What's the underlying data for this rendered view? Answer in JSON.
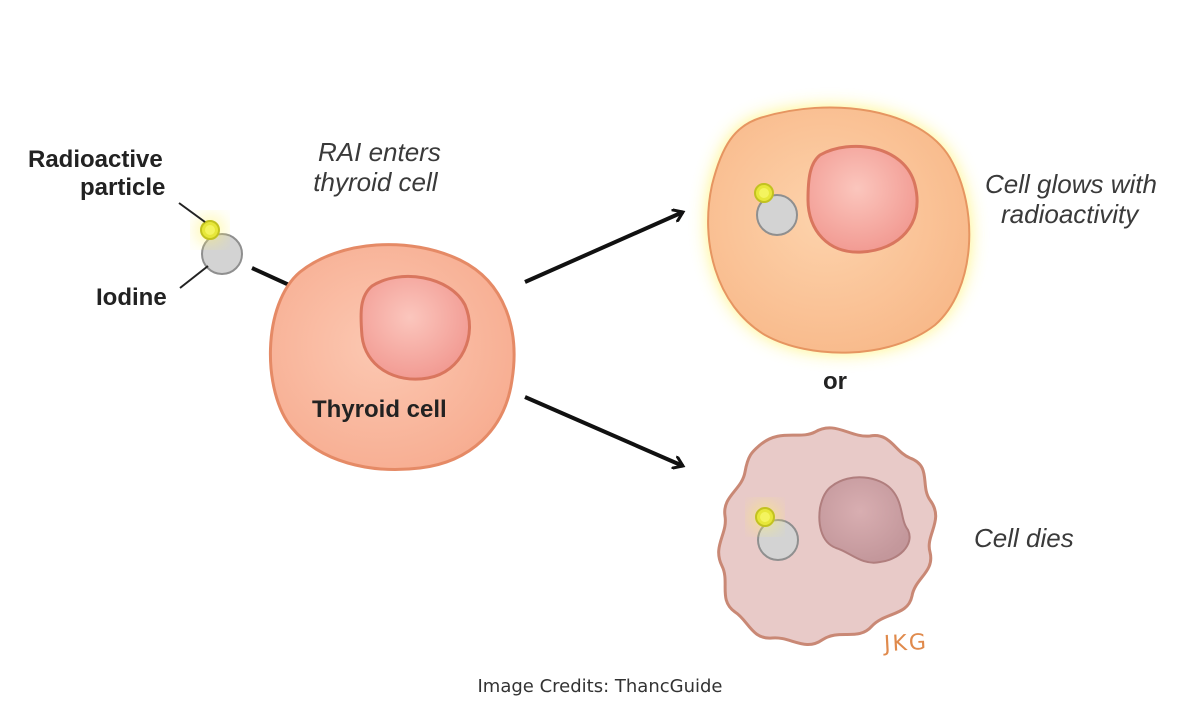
{
  "labels": {
    "radioactive_particle_line1": "Radioactive",
    "radioactive_particle_line2": "particle",
    "iodine": "Iodine",
    "rai_enters_line1": "RAI enters",
    "rai_enters_line2": "thyroid cell",
    "thyroid_cell": "Thyroid cell",
    "cell_glows_line1": "Cell glows with",
    "cell_glows_line2": "radioactivity",
    "or": "or",
    "cell_dies": "Cell dies"
  },
  "signature": "JKG",
  "credit": "Image Credits: ThancGuide",
  "colors": {
    "thyroid_cell_fill": "#f9bfa6",
    "thyroid_cell_stroke": "#e58a66",
    "nucleus_fill": "#f4a9a0",
    "glowing_cell_fill": "#fbc99a",
    "glow": "#fff36b",
    "dead_cell_fill": "#e8cac8",
    "dead_cell_stroke": "#c98875",
    "iodine_fill": "#d3d3d3",
    "particle": "#e7e73a",
    "signature": "#e08a4c"
  }
}
